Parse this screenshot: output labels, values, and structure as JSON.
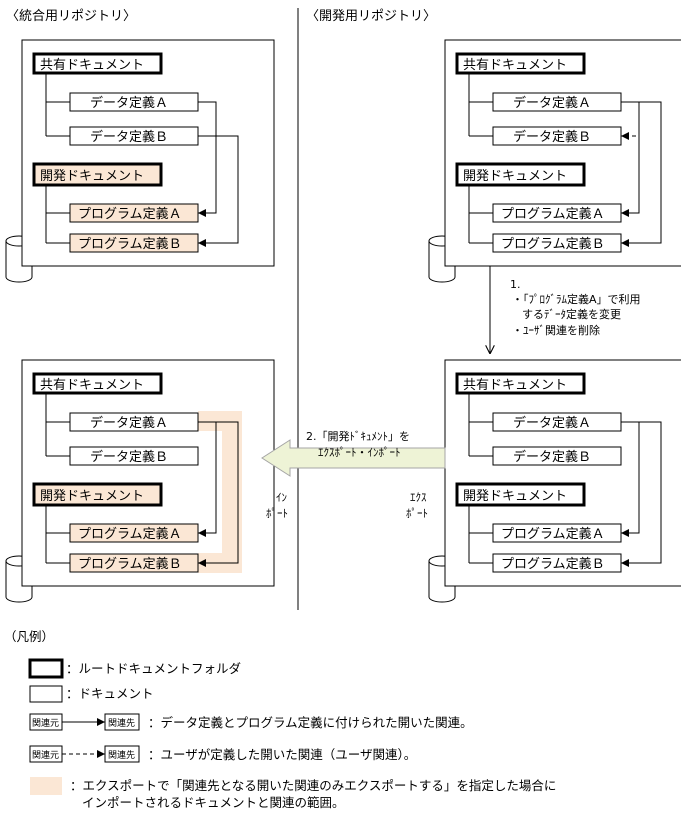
{
  "titles": {
    "left": "〈統合用リポジトリ〉",
    "right": "〈開発用リポジトリ〉"
  },
  "docs": {
    "shared": "共有ドキュメント",
    "data_a": "データ定義Ａ",
    "data_b": "データ定義Ｂ",
    "dev": "開発ドキュメント",
    "prog_a": "プログラム定義Ａ",
    "prog_b": "プログラム定義Ｂ"
  },
  "step1": {
    "number": "1.",
    "line1": "・「ﾌﾟﾛｸﾞﾗﾑ定義A」で利用",
    "line2": "するﾃﾞｰﾀ定義を変更",
    "line3": "・ﾕｰｻﾞ関連を削除"
  },
  "step2": {
    "line1": "2.「開発ﾄﾞｷｭﾒﾝﾄ」を",
    "line2": "ｴｸｽﾎﾟｰﾄ・ｲﾝﾎﾟｰﾄ"
  },
  "import_label": {
    "line1": "ｲﾝ",
    "line2": "ﾎﾟｰﾄ"
  },
  "export_label": {
    "line1": "ｴｸｽ",
    "line2": "ﾎﾟｰﾄ"
  },
  "legend": {
    "title": "（凡例）",
    "root_folder": "：ルートドキュメントフォルダ",
    "document": "：ドキュメント",
    "src": "関連元",
    "dst": "関連先",
    "system_relation": "：データ定義とプログラム定義に付けられた開いた関連。",
    "user_relation": "：ユーザが定義した開いた関連（ユーザ関連）。",
    "range_line1": "：エクスポートで「関連先となる開いた関連のみエクスポートする」を指定した場合に",
    "range_line2": "インポートされるドキュメントと関連の範囲。"
  },
  "colors": {
    "highlight": "#fbe7d5",
    "import_arrow": "#eef3d6",
    "import_arrow_stroke": "#a5a5a5"
  }
}
